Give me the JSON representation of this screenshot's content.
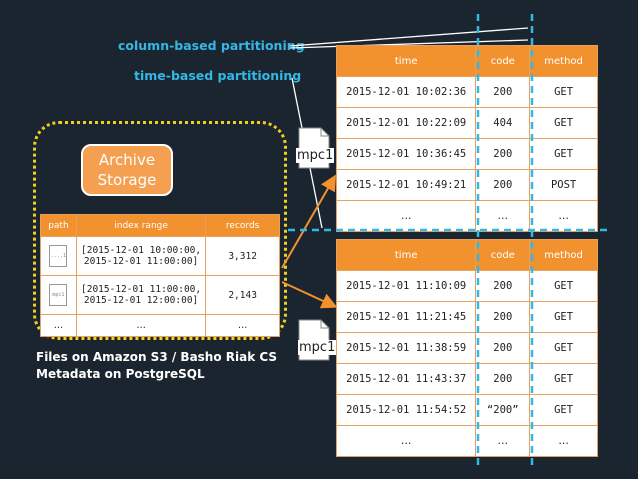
{
  "labels": {
    "column_partitioning": "column-based partitioning",
    "time_partitioning": "time-based partitioning",
    "archive_line1": "Archive",
    "archive_line2": "Storage",
    "storage_line1": "Files on Amazon S3 / Basho Riak CS",
    "storage_line2": "Metadata on PostgreSQL"
  },
  "metadata_table": {
    "headers": [
      "path",
      "index range",
      "records"
    ],
    "rows": [
      {
        "path_icon": "....1",
        "range_line1": "[2015-12-01 10:00:00,",
        "range_line2": "2015-12-01 11:00:00]",
        "records": "3,312"
      },
      {
        "path_icon": "mpc1",
        "range_line1": "[2015-12-01 11:00:00,",
        "range_line2": "2015-12-01 12:00:00]",
        "records": "2,143"
      }
    ],
    "last_row": [
      "…",
      "…",
      "…"
    ]
  },
  "file_labels": [
    "mpc1",
    "mpc1"
  ],
  "log_tables": [
    {
      "headers": [
        "time",
        "code",
        "method"
      ],
      "rows": [
        [
          "2015-12-01 10:02:36",
          "200",
          "GET"
        ],
        [
          "2015-12-01 10:22:09",
          "404",
          "GET"
        ],
        [
          "2015-12-01 10:36:45",
          "200",
          "GET"
        ],
        [
          "2015-12-01 10:49:21",
          "200",
          "POST"
        ],
        [
          "…",
          "…",
          "…"
        ]
      ]
    },
    {
      "headers": [
        "time",
        "code",
        "method"
      ],
      "rows": [
        [
          "2015-12-01 11:10:09",
          "200",
          "GET"
        ],
        [
          "2015-12-01 11:21:45",
          "200",
          "GET"
        ],
        [
          "2015-12-01 11:38:59",
          "200",
          "GET"
        ],
        [
          "2015-12-01 11:43:37",
          "200",
          "GET"
        ],
        [
          "2015-12-01 11:54:52",
          "“200”",
          "GET"
        ],
        [
          "…",
          "…",
          "…"
        ]
      ]
    }
  ],
  "colors": {
    "background": "#1b2530",
    "accent_orange": "#f2922e",
    "dotted_outline": "#f0d020",
    "partition_cyan": "#33b8e6"
  }
}
